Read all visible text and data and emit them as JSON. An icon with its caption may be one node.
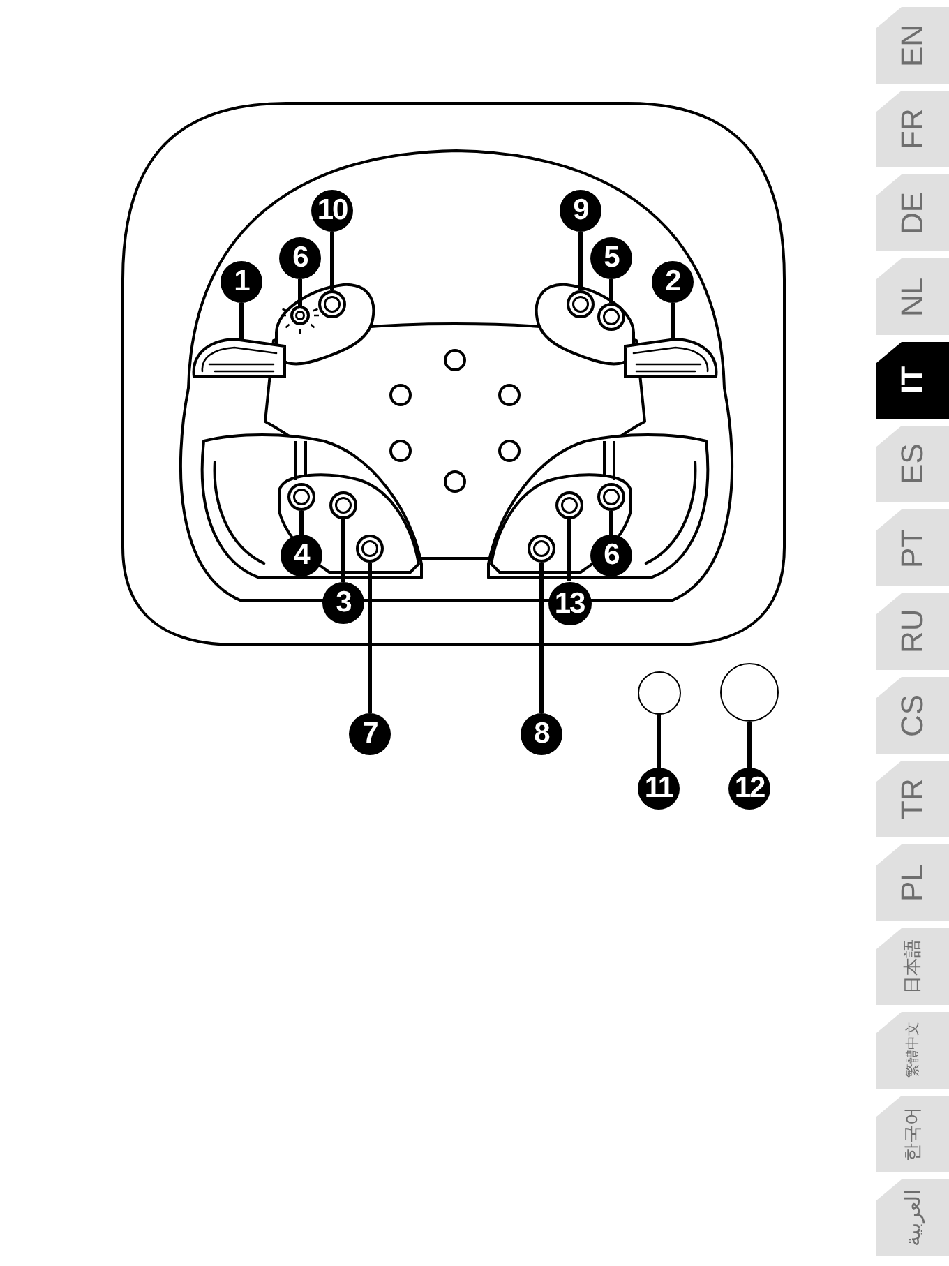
{
  "diagram": {
    "nodes": [
      {
        "text": [
          "10"
        ]
      },
      {
        "text": [
          "9"
        ]
      },
      {
        "text": [
          "6"
        ]
      },
      {
        "text": [
          "5"
        ]
      },
      {
        "text": [
          "1"
        ]
      },
      {
        "text": [
          "2"
        ]
      },
      {
        "text": [
          "4"
        ]
      },
      {
        "text": [
          "6"
        ]
      },
      {
        "text": [
          "3"
        ]
      },
      {
        "text": [
          "13"
        ]
      },
      {
        "text": [
          "7"
        ]
      },
      {
        "text": [
          "8"
        ]
      },
      {
        "text": [
          "11"
        ]
      },
      {
        "text": [
          "12"
        ]
      },
      {
        "text": [],
        "shape": "circle"
      },
      {
        "text": [],
        "shape": "circle"
      },
      {
        "text": [],
        "shape": "circle"
      },
      {
        "text": [],
        "shape": "circle"
      },
      {
        "text": [],
        "shape": "picture"
      },
      {
        "text": [],
        "shape": "picture"
      },
      {
        "text": [],
        "shape": "circle"
      },
      {
        "text": [],
        "shape": "circle"
      },
      {
        "text": [],
        "shape": "circle"
      },
      {
        "text": [],
        "shape": "circle"
      },
      {
        "text": [],
        "shape": "circle"
      },
      {
        "text": [],
        "shape": "circle"
      },
      {
        "text": [],
        "shape": "circle"
      },
      {
        "text": [],
        "shape": "circle"
      },
      {
        "text": [
          "EN"
        ]
      },
      {
        "text": [
          "FR"
        ]
      },
      {
        "text": [
          "DE"
        ]
      },
      {
        "text": [
          "NL"
        ]
      },
      {
        "text": [
          "IT"
        ]
      },
      {
        "text": [
          "ES"
        ]
      },
      {
        "text": [
          "PT"
        ]
      },
      {
        "text": [
          "RU"
        ]
      },
      {
        "text": [
          "CS"
        ]
      },
      {
        "text": [
          "TR"
        ]
      },
      {
        "text": [
          "PL"
        ]
      },
      {
        "text": [
          "日本語"
        ]
      },
      {
        "text": [
          "繁體中文"
        ]
      },
      {
        "text": [
          "한국어"
        ]
      },
      {
        "text": [
          "العربية"
        ]
      }
    ],
    "edges": [
      {
        "from": 0,
        "to": 14,
        "arrow": "none"
      },
      {
        "from": 1,
        "to": 15,
        "arrow": "none"
      },
      {
        "from": 2,
        "to": 16,
        "arrow": "none"
      },
      {
        "from": 3,
        "to": 17,
        "arrow": "none"
      },
      {
        "from": 4,
        "to": 18,
        "arrow": "none"
      },
      {
        "from": 5,
        "to": 19,
        "arrow": "none"
      },
      {
        "from": 6,
        "to": 20,
        "arrow": "none"
      },
      {
        "from": 7,
        "to": 21,
        "arrow": "none"
      },
      {
        "from": 8,
        "to": 22,
        "arrow": "none"
      },
      {
        "from": 9,
        "to": 23,
        "arrow": "none"
      },
      {
        "from": 10,
        "to": 24,
        "arrow": "none"
      },
      {
        "from": 11,
        "to": 25,
        "arrow": "none"
      },
      {
        "from": 12,
        "to": 26,
        "arrow": "none"
      },
      {
        "from": 13,
        "to": 27,
        "arrow": "none"
      }
    ]
  }
}
